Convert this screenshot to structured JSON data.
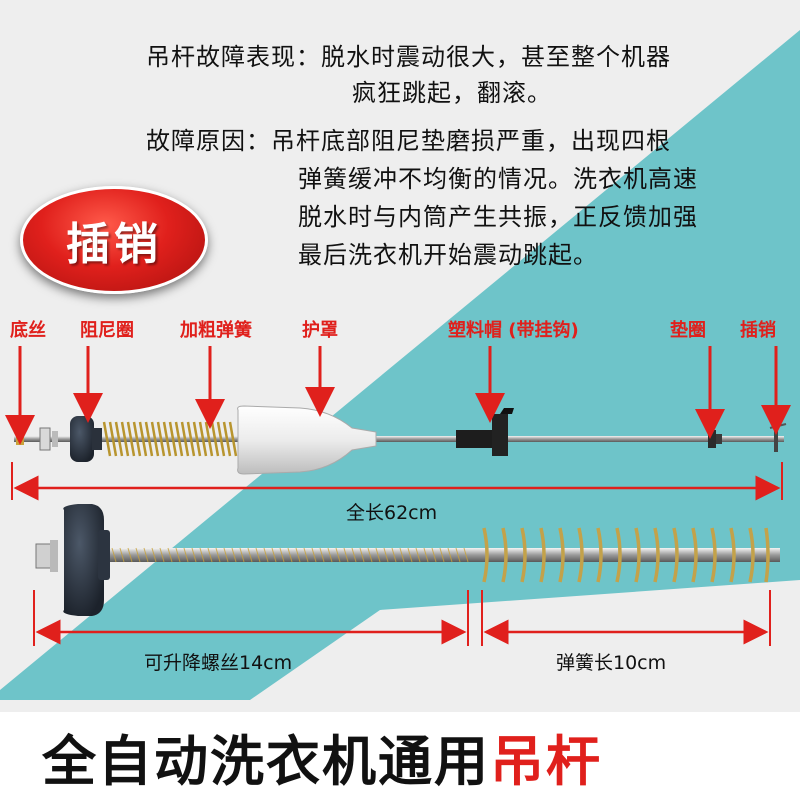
{
  "symptom": {
    "label": "吊杆故障表现：",
    "line1": "脱水时震动很大，甚至整个机器",
    "line2": "疯狂跳起，翻滚。"
  },
  "cause": {
    "label": "故障原因：",
    "line1": "吊杆底部阻尼垫磨损严重，出现四根",
    "line2": "弹簧缓冲不均衡的情况。洗衣机高速",
    "line3": "脱水时与内筒产生共振，正反馈加强",
    "line4": "最后洗衣机开始震动跳起。"
  },
  "badge": "插销",
  "parts": {
    "bottom_screw": "底丝",
    "damper_ring": "阻尼圈",
    "thick_spring": "加粗弹簧",
    "cover": "护罩",
    "plastic_cap": "塑料帽 (带挂钩)",
    "washer": "垫圈",
    "pin": "插销"
  },
  "dimensions": {
    "total_length": "全长62cm",
    "screw_length": "可升降螺丝14cm",
    "spring_length": "弹簧长10cm"
  },
  "banner": {
    "prefix": "全自动洗衣机通用",
    "highlight": "吊杆"
  },
  "colors": {
    "accent_red": "#e0201c",
    "teal": "#6ec4c9",
    "background": "#eeeeee"
  }
}
